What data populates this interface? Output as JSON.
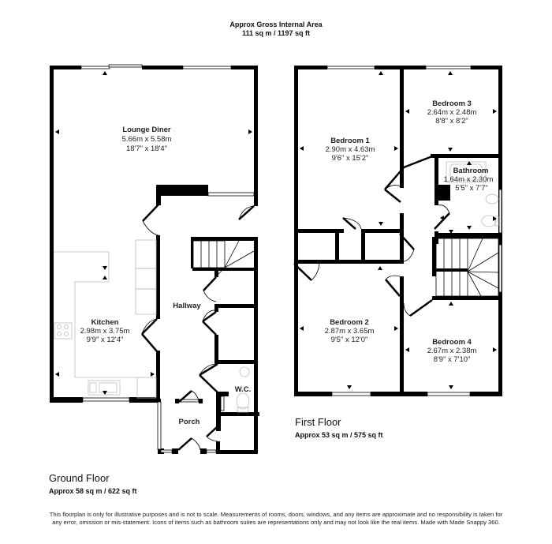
{
  "header": {
    "gross_title": "Approx Gross Internal Area",
    "gross_area": "111 sq m / 1197 sq ft"
  },
  "ground_floor": {
    "title": "Ground Floor",
    "area": "Approx 58 sq m / 622 sq ft",
    "rooms": [
      {
        "name": "Lounge Diner",
        "metric": "5.66m x 5.58m",
        "imperial": "18'7\" x 18'4\""
      },
      {
        "name": "Kitchen",
        "metric": "2.98m x 3.75m",
        "imperial": "9'9\" x 12'4\""
      },
      {
        "name": "Hallway"
      },
      {
        "name": "W.C."
      },
      {
        "name": "Porch"
      }
    ]
  },
  "first_floor": {
    "title": "First Floor",
    "area": "Approx 53 sq m / 575 sq ft",
    "rooms": [
      {
        "name": "Bedroom 1",
        "metric": "2.90m x 4.63m",
        "imperial": "9'6\" x 15'2\""
      },
      {
        "name": "Bedroom 3",
        "metric": "2.64m x 2.48m",
        "imperial": "8'8\" x 8'2\""
      },
      {
        "name": "Bathroom",
        "metric": "1.64m x 2.30m",
        "imperial": "5'5\" x 7'7\""
      },
      {
        "name": "Bedroom 2",
        "metric": "2.87m x 3.65m",
        "imperial": "9'5\" x 12'0\""
      },
      {
        "name": "Bedroom 4",
        "metric": "2.67m x 2.38m",
        "imperial": "8'9\" x 7'10\""
      }
    ]
  },
  "footer": {
    "disclaimer": "This floorplan is only for illustrative purposes and is not to scale. Measurements of rooms, doors, windows, and any items are approximate and no responsibility is taken for any error, omission or mis-statement. Icons of items such as bathroom suites are representations only and may not look like the real items. Made with Made Snappy 360."
  },
  "colors": {
    "wall": "#000000",
    "fixture": "#bbbbbb",
    "text": "#222222",
    "background": "#ffffff"
  }
}
